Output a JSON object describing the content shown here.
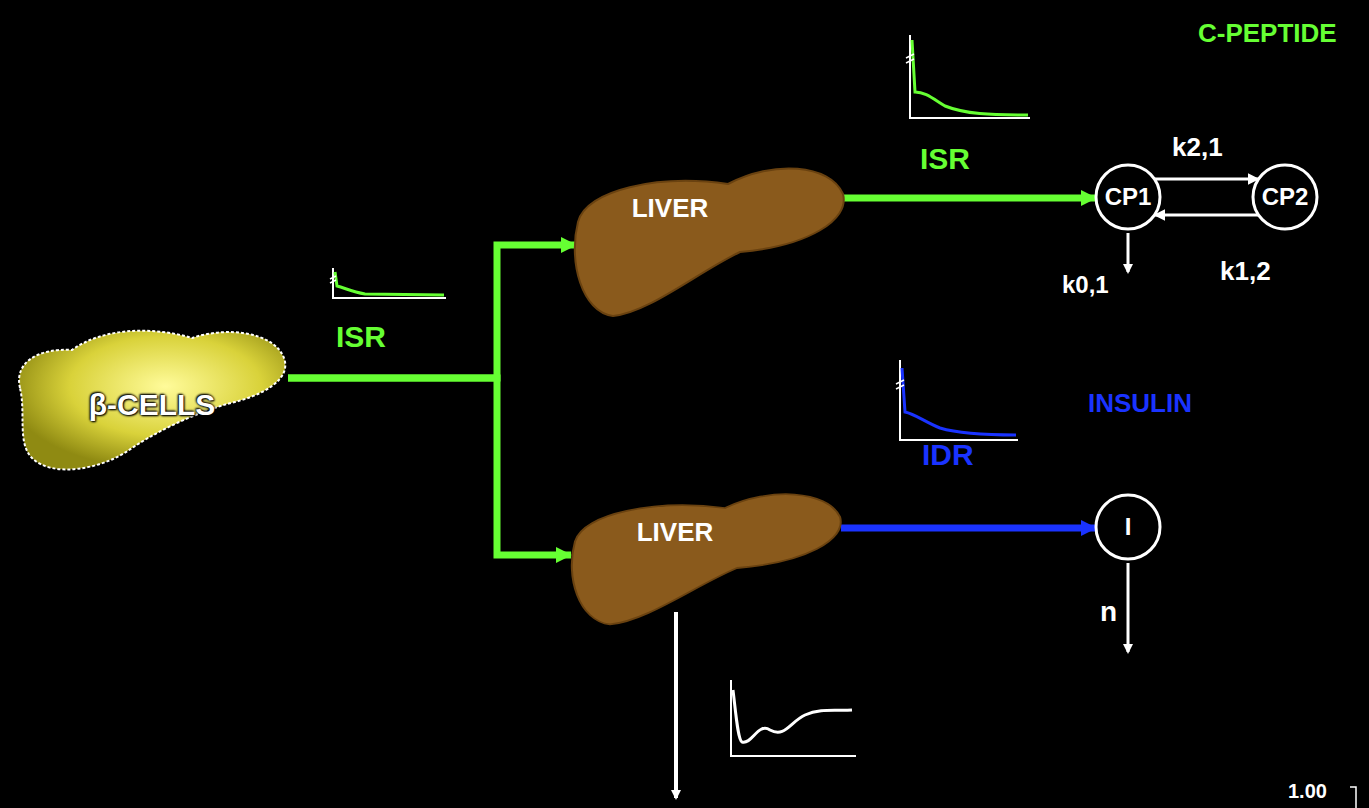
{
  "diagram": {
    "nodes": [
      {
        "text": [
          "β-CELLS"
        ]
      },
      {
        "text": [
          "LIVER"
        ]
      },
      {
        "text": [
          "LIVER"
        ]
      },
      {
        "text": [
          "CP1"
        ]
      },
      {
        "text": [
          "CP2"
        ]
      },
      {
        "text": [
          "I"
        ]
      }
    ],
    "edges": [
      {
        "from": 0,
        "to": 1,
        "arrow": "to",
        "label": "ISR"
      },
      {
        "from": 0,
        "to": 2,
        "arrow": "to"
      },
      {
        "from": 1,
        "to": 3,
        "arrow": "to",
        "label": "ISR"
      },
      {
        "from": 3,
        "to": 4,
        "arrow": "to",
        "label": "k2,1"
      },
      {
        "from": 4,
        "to": 3,
        "arrow": "to",
        "label": "k1,2"
      },
      {
        "from": 2,
        "to": 5,
        "arrow": "to",
        "label": "IDR"
      }
    ],
    "labels": [
      "C-PEPTIDE",
      "INSULIN",
      "k0,1",
      "n",
      "1.00"
    ]
  }
}
